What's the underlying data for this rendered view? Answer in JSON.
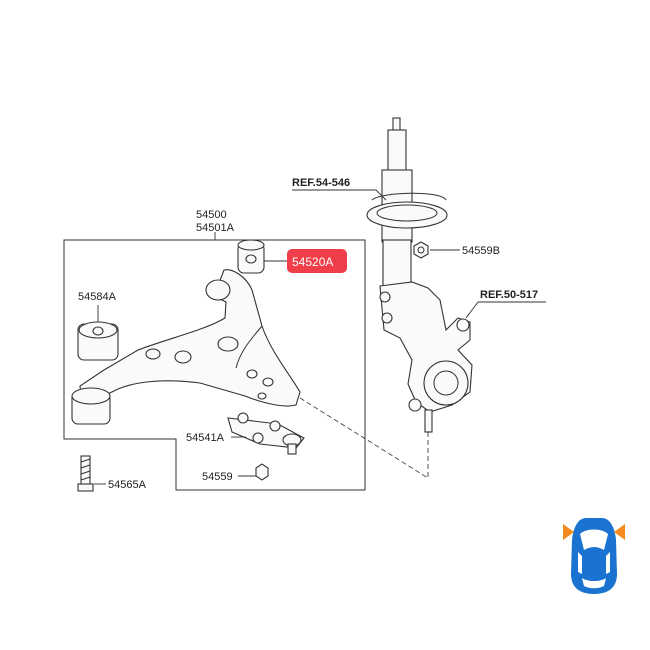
{
  "parts": {
    "assembly_number_1": "54500",
    "assembly_number_2": "54501A",
    "highlighted_part": "54520A",
    "bushing": "54584A",
    "bolt": "54565A",
    "ball_joint": "54541A",
    "nut_lower": "54559",
    "nut_upper": "54559B",
    "ref_strut": "REF.54-546",
    "ref_knuckle": "REF.50-517"
  },
  "colors": {
    "highlight_fill": "#f03d4a",
    "highlight_text": "#ffffff",
    "car_body": "#1a73d1",
    "car_glass": "#ffffff",
    "arrow": "#f58a1f",
    "line": "#333333"
  },
  "icons": {
    "car_indicator": "car-top-view-icon",
    "side_arrows": "orange-triangle-arrow-icon"
  }
}
